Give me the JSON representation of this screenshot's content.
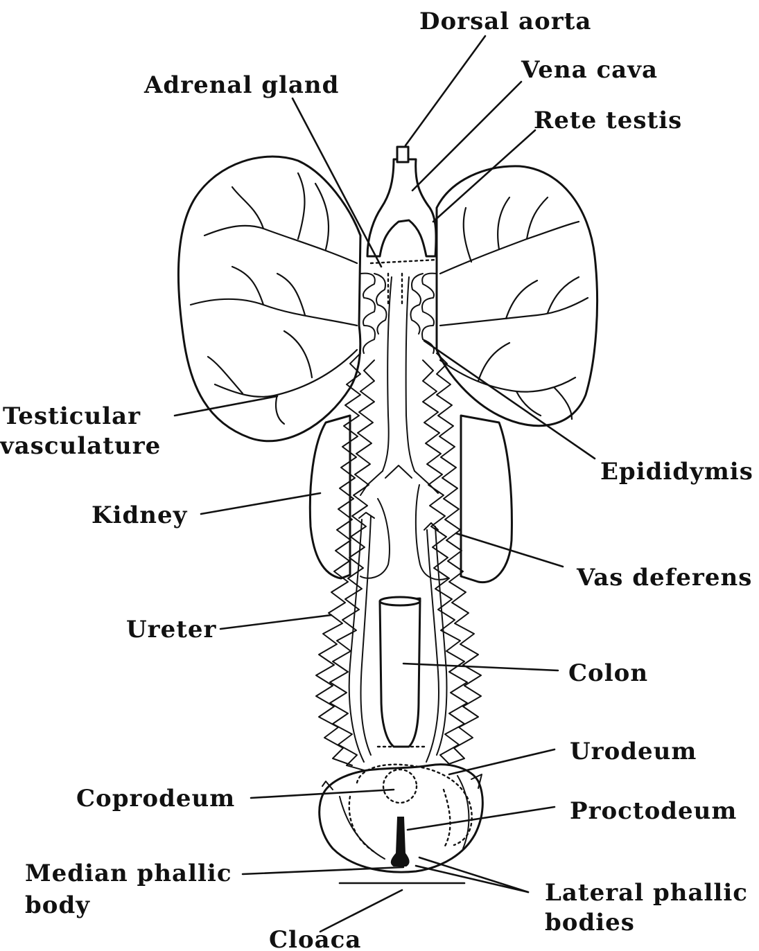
{
  "labels": {
    "dorsal_aorta": "Dorsal aorta",
    "vena_cava": "Vena cava",
    "adrenal_gland": "Adrenal gland",
    "rete_testis": "Rete testis",
    "testicular_vasculature_1": "Testicular",
    "testicular_vasculature_2": "vasculature",
    "epididymis": "Epididymis",
    "kidney": "Kidney",
    "vas_deferens": "Vas deferens",
    "ureter": "Ureter",
    "colon": "Colon",
    "urodeum": "Urodeum",
    "coprodeum": "Coprodeum",
    "proctodeum": "Proctodeum",
    "median_phallic_body_1": "Median phallic",
    "median_phallic_body_2": "body",
    "lateral_phallic_bodies_1": "Lateral phallic",
    "lateral_phallic_bodies_2": "bodies",
    "cloaca": "Cloaca"
  }
}
